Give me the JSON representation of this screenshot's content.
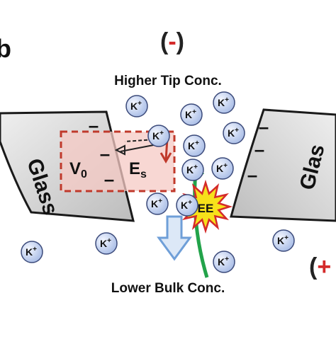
{
  "panel_letter": "b",
  "top_sign": "(-)",
  "top_sign_open": "(",
  "top_sign_symbol": "-",
  "top_sign_close": ")",
  "bottom_sign_open": "(",
  "bottom_sign_symbol": "+",
  "label_top": "Higher Tip Conc.",
  "label_bottom": "Lower Bulk Conc.",
  "glass_left_label": "Glass",
  "glass_right_label": "Glas",
  "charge_symbol": "–",
  "v0_label": "V",
  "v0_sub": "0",
  "es_label": "E",
  "es_sub": "s",
  "ion_label": "K",
  "ion_charge": "+",
  "ion_count": 14,
  "ee_label": "EE",
  "colors": {
    "glass_fill": "#d9d9d9",
    "glass_edge": "#1a1a1a",
    "dashed_box": "#c0392b",
    "dashed_box_fill": "#f6c9c4",
    "ion_fill": "#c9d6f0",
    "ion_edge": "#3b4a7a",
    "ee_burst": "#f7e11a",
    "ee_edge": "#d42a2a",
    "green_arrow": "#22a34a",
    "blue_arrow": "#6f9fd8",
    "sign_accent": "#d42a2a"
  }
}
